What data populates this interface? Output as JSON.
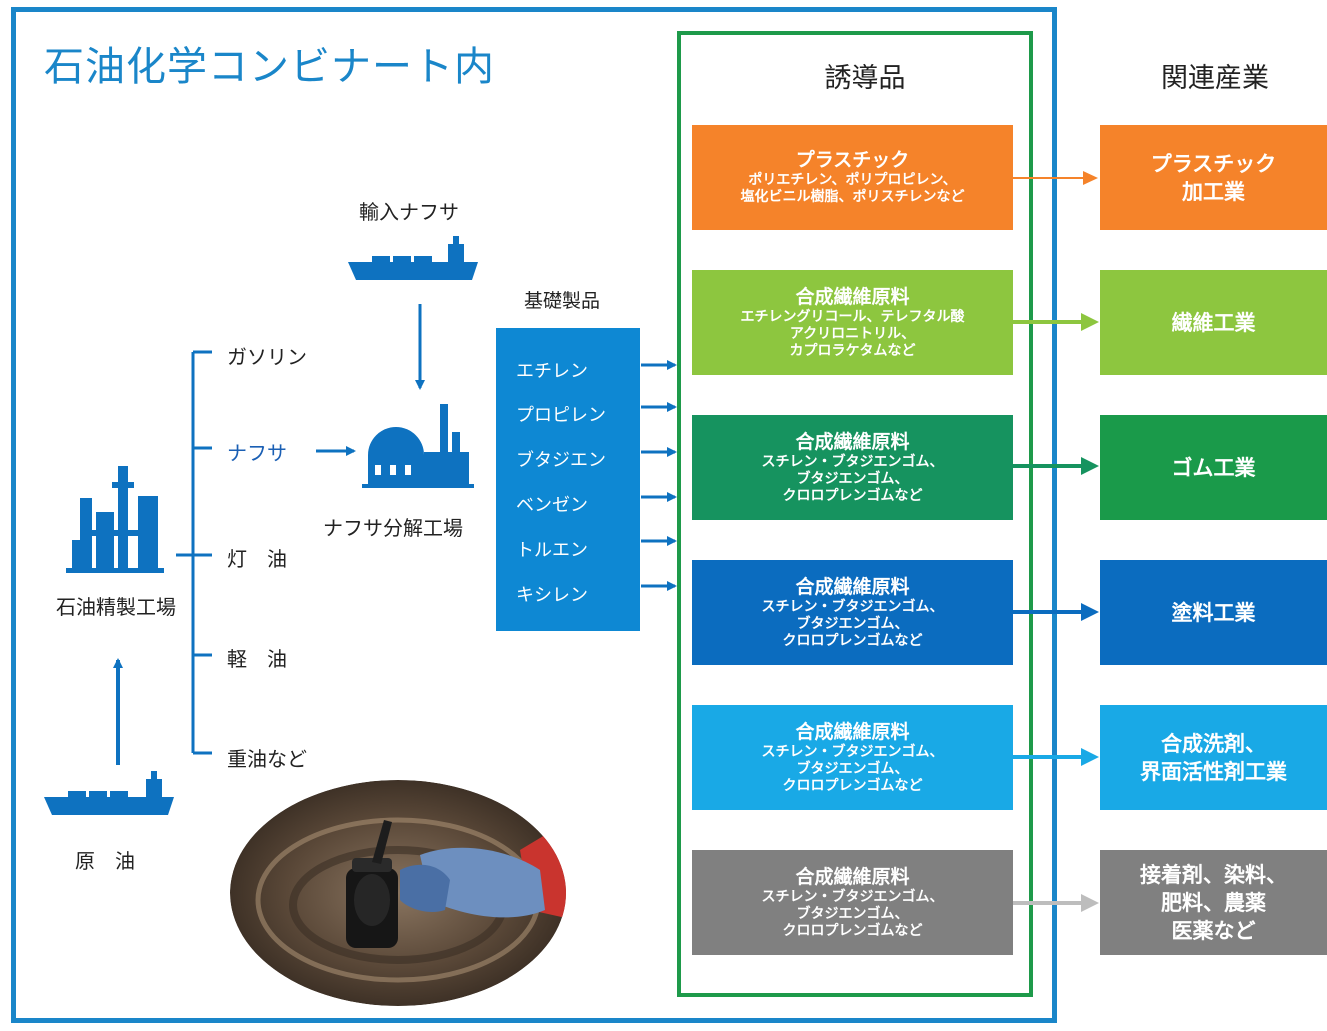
{
  "title": "石油化学コンビナート内",
  "headers": {
    "derivatives": "誘導品",
    "industries": "関連産業",
    "basic": "基礎製品"
  },
  "sources": {
    "imported_naphtha": "輸入ナフサ",
    "cracker": "ナフサ分解工場",
    "refinery": "石油精製工場",
    "crude": "原　油"
  },
  "refinery_products": [
    "ガソリン",
    "ナフサ",
    "灯　油",
    "軽　油",
    "重油など"
  ],
  "basic_products": [
    "エチレン",
    "プロピレン",
    "ブタジエン",
    "ベンゼン",
    "トルエン",
    "キシレン"
  ],
  "derivatives": [
    {
      "title": "プラスチック",
      "lines": [
        "ポリエチレン、ポリプロピレン、",
        "塩化ビニル樹脂、ポリスチレンなど"
      ],
      "color": "#f5832a"
    },
    {
      "title": "合成繊維原料",
      "lines": [
        "エチレングリコール、テレフタル酸",
        "アクリロニトリル、",
        "カプロラケタムなど"
      ],
      "color": "#8dc63f"
    },
    {
      "title": "合成繊維原料",
      "lines": [
        "スチレン・ブタジエンゴム、",
        "ブタジエンゴム、",
        "クロロプレンゴムなど"
      ],
      "color": "#16935f"
    },
    {
      "title": "合成繊維原料",
      "lines": [
        "スチレン・ブタジエンゴム、",
        "ブタジエンゴム、",
        "クロロプレンゴムなど"
      ],
      "color": "#0b6cbf"
    },
    {
      "title": "合成繊維原料",
      "lines": [
        "スチレン・ブタジエンゴム、",
        "ブタジエンゴム、",
        "クロロプレンゴムなど"
      ],
      "color": "#19a9e6"
    },
    {
      "title": "合成繊維原料",
      "lines": [
        "スチレン・ブタジエンゴム、",
        "ブタジエンゴム、",
        "クロロプレンゴムなど"
      ],
      "color": "#808080"
    }
  ],
  "industries": [
    {
      "lines": [
        "プラスチック",
        "加工業"
      ],
      "color": "#f5832a",
      "arrow_color": "#f5832a"
    },
    {
      "lines": [
        "繊維工業"
      ],
      "color": "#8dc63f",
      "arrow_color": "#8dc63f"
    },
    {
      "lines": [
        "ゴム工業"
      ],
      "color": "#1a9a4a",
      "arrow_color": "#16935f"
    },
    {
      "lines": [
        "塗料工業"
      ],
      "color": "#0b6cbf",
      "arrow_color": "#0b6cbf"
    },
    {
      "lines": [
        "合成洗剤、",
        "界面活性剤工業"
      ],
      "color": "#19a9e6",
      "arrow_color": "#19a9e6"
    },
    {
      "lines": [
        "接着剤、染料、",
        "肥料、農薬",
        "医薬など"
      ],
      "color": "#808080",
      "arrow_color": "#bdbdbd"
    }
  ],
  "colors": {
    "frame": "#1a86c9",
    "green_frame": "#1e9a4a",
    "arrow_blue": "#0e72c0",
    "naphtha_text": "#1a5fb4",
    "basic_box": "#0e88d3"
  }
}
